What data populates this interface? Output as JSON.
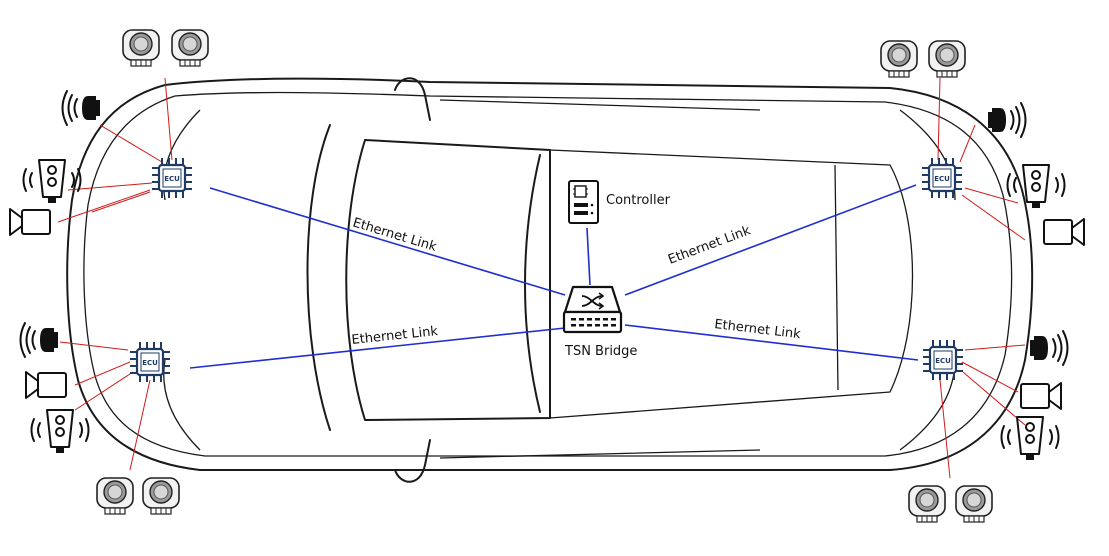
{
  "labels": {
    "ethernet_link": "Ethernet Link",
    "tsn_bridge": "TSN Bridge",
    "controller": "Controller",
    "ecu": "ECU"
  },
  "colors": {
    "ethernet_link": "#1f2fcf",
    "sensor_link": "#d21a1a",
    "ecu": "#1f3b63",
    "outline": "#1a1a1a"
  },
  "nodes": {
    "center": [
      "tsn-bridge",
      "controller"
    ],
    "ecus": [
      "ecu-front-left",
      "ecu-rear-left",
      "ecu-front-right",
      "ecu-rear-right"
    ],
    "sensor_icons": [
      "camera-icon",
      "radar-icon",
      "speaker-icon",
      "ultrasonic-sensor-icon"
    ]
  }
}
